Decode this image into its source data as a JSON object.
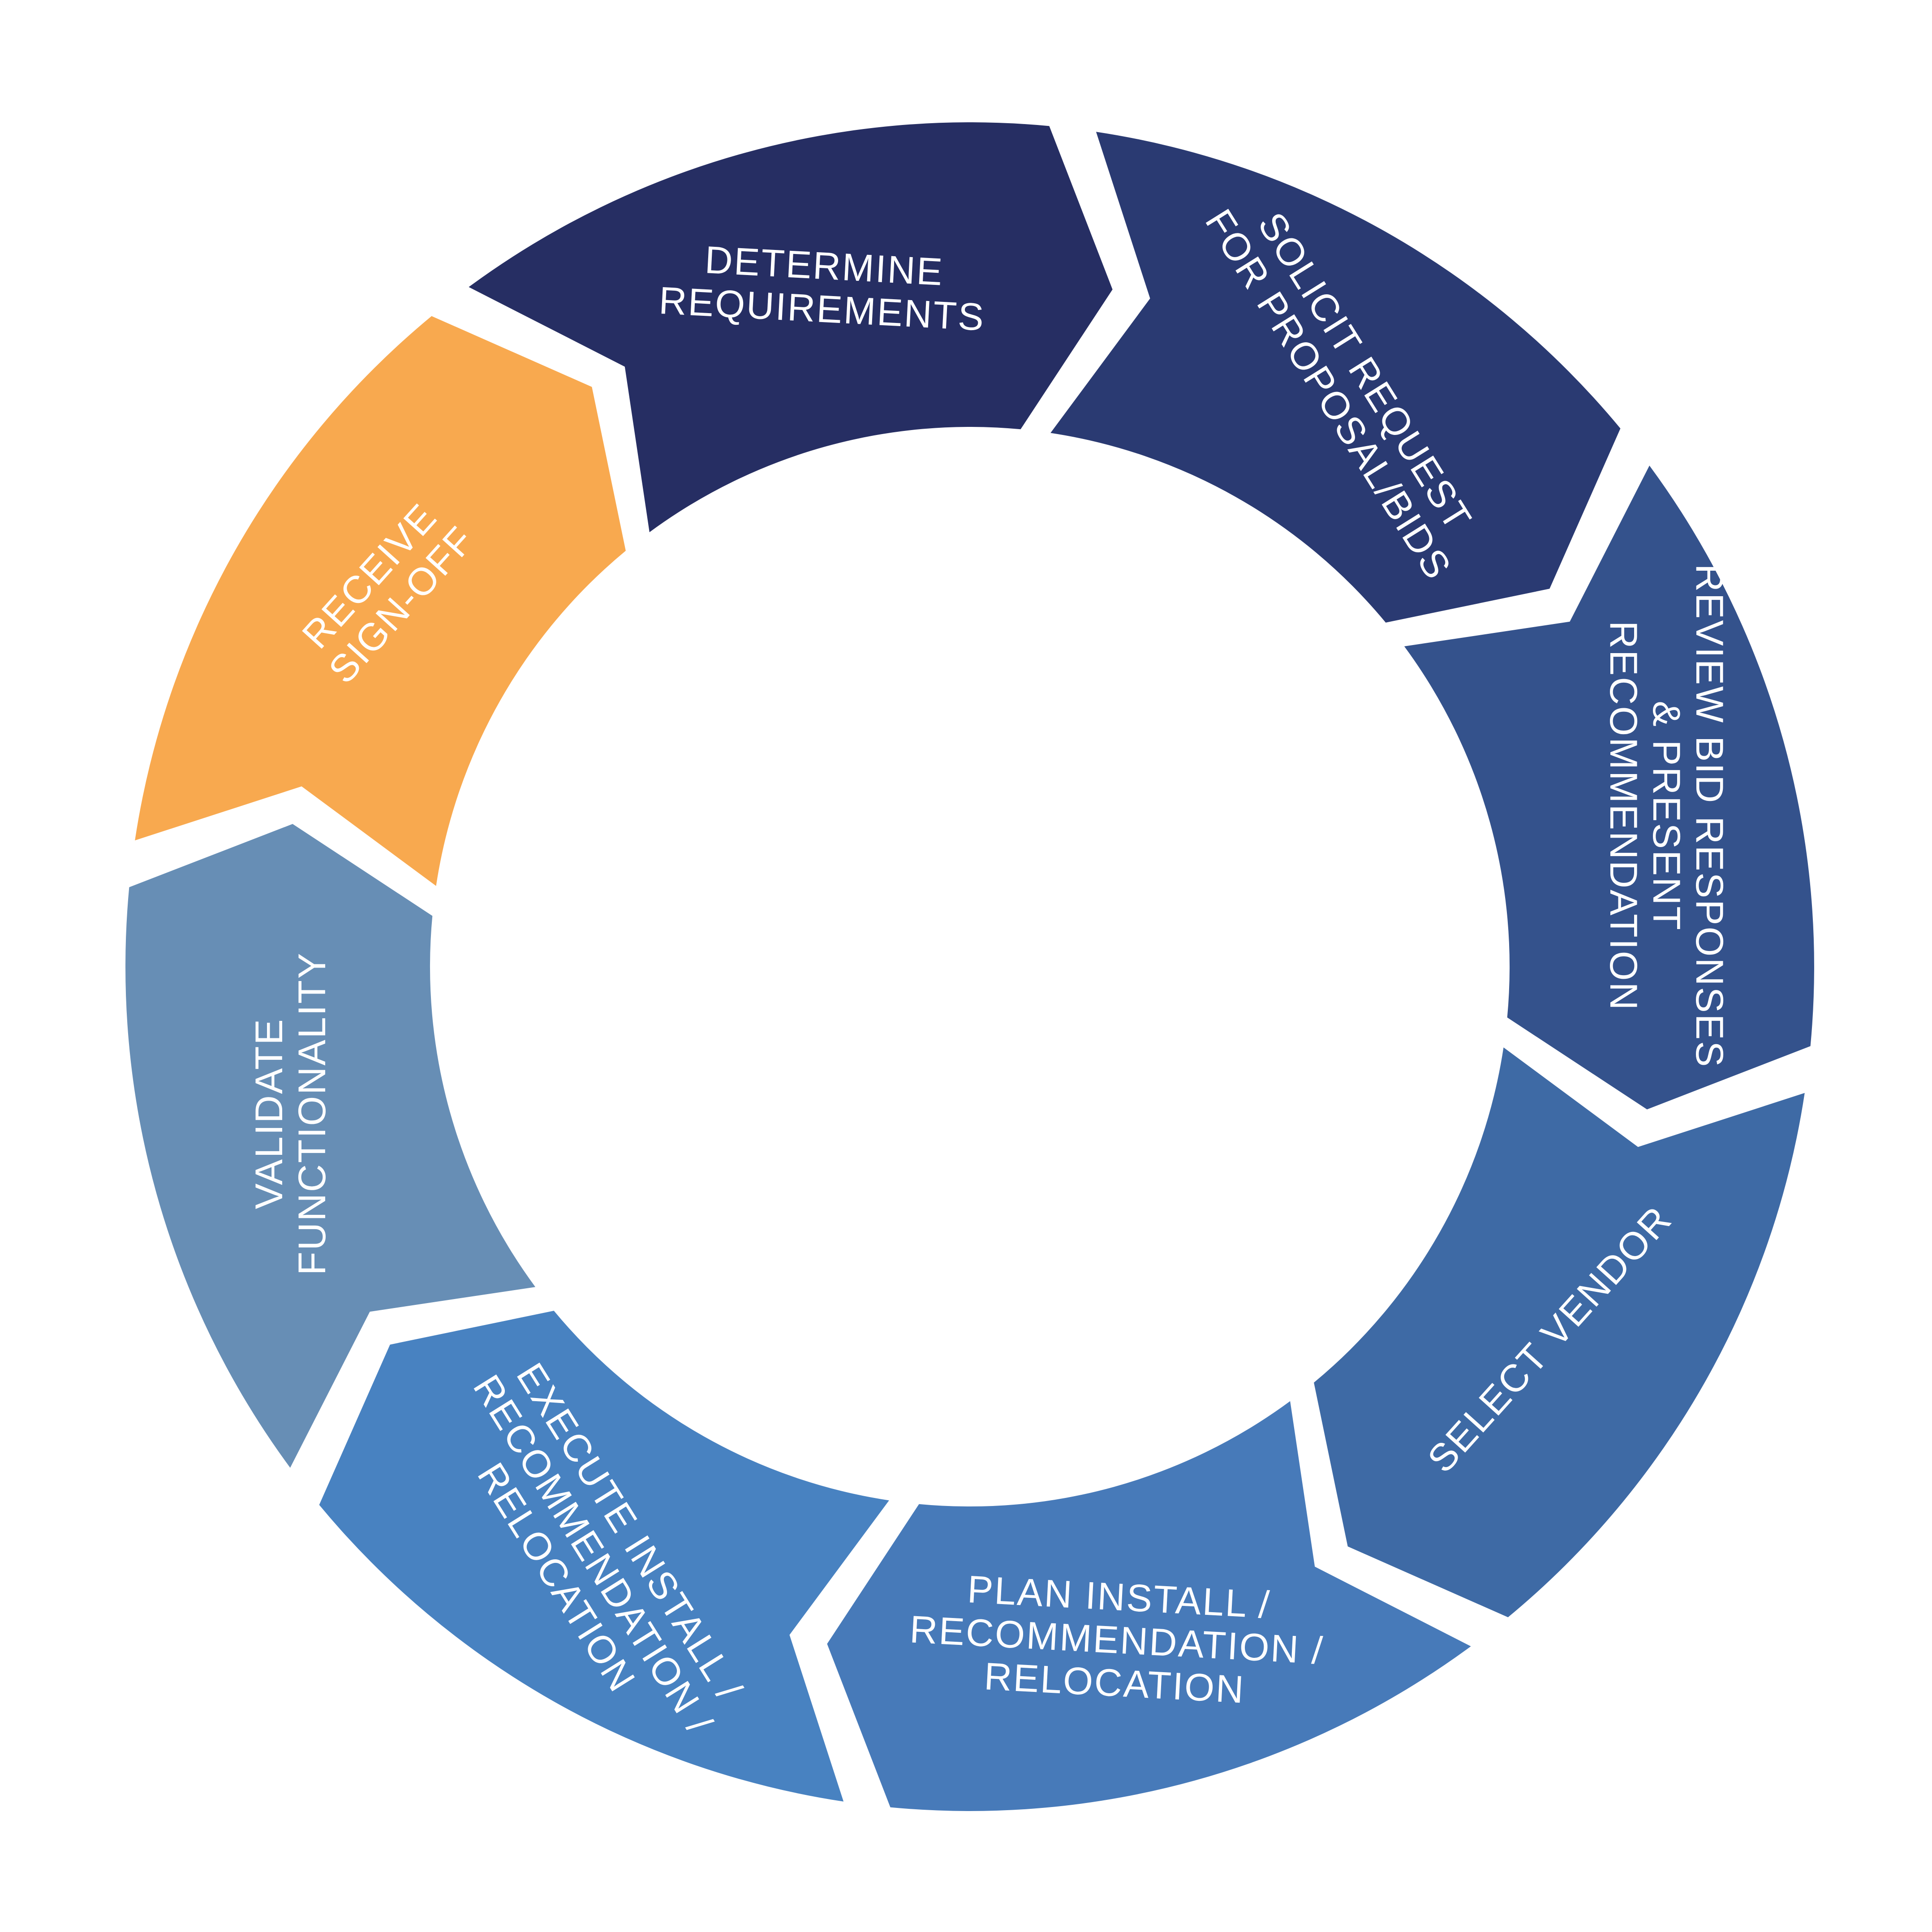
{
  "diagram": {
    "type": "cycle",
    "segments": [
      {
        "id": "determine-requirements",
        "lines": [
          "DETERMINE",
          "REQUIREMENTS"
        ],
        "color": "#262E63"
      },
      {
        "id": "solicit-request",
        "lines": [
          "SOLICIT REQUEST",
          "FOR PROPOSAL/BIDS"
        ],
        "color": "#2A3A72"
      },
      {
        "id": "review-bid-responses",
        "lines": [
          "REVIEW BID RESPONSES",
          "& PRESENT",
          "RECOMMENDATION"
        ],
        "color": "#34528C"
      },
      {
        "id": "select-vendor",
        "lines": [
          "SELECT VENDOR"
        ],
        "color": "#3E6AA5"
      },
      {
        "id": "plan-install",
        "lines": [
          "PLAN INSTALL /",
          "RECOMMENDATION /",
          "RELOCATION"
        ],
        "color": "#477AB9"
      },
      {
        "id": "execute-install",
        "lines": [
          "EXECUTE INSTALL /",
          "RECOMMENDATION /",
          "RELOCATION"
        ],
        "color": "#4882C1"
      },
      {
        "id": "validate-functionality",
        "lines": [
          "VALIDATE",
          "FUNCTIONALITY"
        ],
        "color": "#678EB5"
      },
      {
        "id": "receive-sign-off",
        "lines": [
          "RECEIVE",
          "SIGN-OFF"
        ],
        "color": "#F8A94F"
      }
    ]
  }
}
